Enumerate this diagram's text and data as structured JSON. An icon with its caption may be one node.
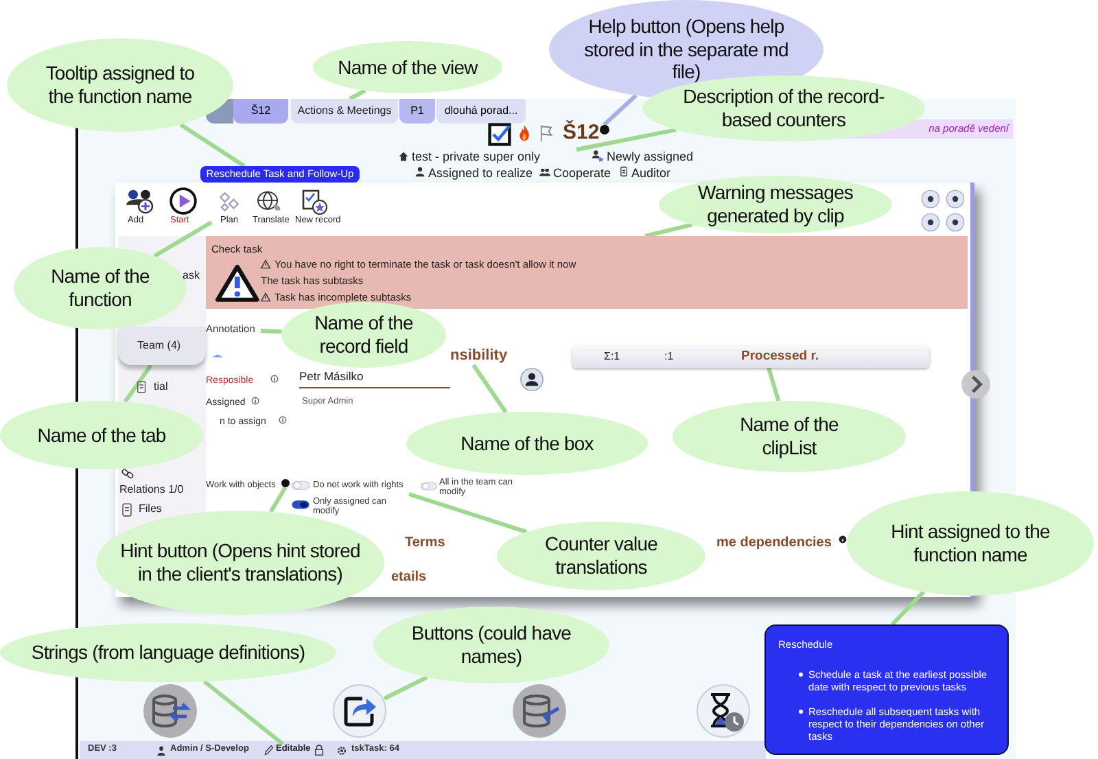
{
  "diagram": {
    "nodes": [
      {
        "text": [
          "Tooltip assigned to the function name"
        ]
      },
      {
        "text": [
          "Name of the view"
        ]
      },
      {
        "text": [
          "Help button (Opens help stored in the separate md file)"
        ]
      },
      {
        "text": [
          "Actions & Meetings"
        ]
      },
      {
        "text": [
          "Reschedule Task and Follow-Up"
        ]
      },
      {
        "text": [],
        "shape": "circle"
      },
      {
        "text": [
          "Description of the record-based counters"
        ]
      },
      {
        "text": [
          "test - private super only"
        ]
      },
      {
        "text": [
          "Plan"
        ]
      },
      {
        "text": [
          "Name of the function"
        ]
      },
      {
        "text": [
          "Warning messages generated by clip"
        ]
      },
      {
        "text": [
          "Check task",
          "You have no right to terminate the task or task doesn't allow it now",
          "The task has subtasks",
          "Task has incomplete subtasks"
        ]
      },
      {
        "text": [
          "Team (4)"
        ]
      },
      {
        "text": [
          "Annotation"
        ]
      },
      {
        "text": [
          "Name of the record field"
        ]
      },
      {
        "text": [
          "nsibility"
        ]
      },
      {
        "text": [
          "Processed r."
        ]
      },
      {
        "text": [
          "Name of the tab"
        ]
      },
      {
        "text": [
          "Name of the box"
        ]
      },
      {
        "text": [
          "Name of the clipList"
        ]
      },
      {
        "text": [],
        "shape": "circle"
      },
      {
        "text": [
          "Do not work with rights"
        ]
      },
      {
        "text": [
          "Hint button (Opens hint stored in the client's translations)"
        ]
      },
      {
        "text": [
          "Counter value translations"
        ]
      },
      {
        "text": [
          "Hint assigned to the function name"
        ]
      },
      {
        "text": [
          "Reschedule",
          "Schedule a task at the earliest possible date with respect to previous tasks",
          "Reschedule all subsequent tasks with respect to their dependencies on other tasks"
        ]
      },
      {
        "text": [
          "Buttons (could have names)"
        ]
      },
      {
        "text": [
          "Strings (from language definitions)"
        ]
      },
      {
        "text": [],
        "shape": "circle"
      },
      {
        "text": [],
        "shape": "circle"
      },
      {
        "text": [],
        "shape": "circle"
      },
      {
        "text": [],
        "shape": "circle"
      },
      {
        "text": [
          "Editable"
        ]
      }
    ],
    "edges": [
      {
        "from": 0,
        "to": 4,
        "arrow": "none"
      },
      {
        "from": 1,
        "to": 3,
        "arrow": "none"
      },
      {
        "from": 2,
        "to": 5,
        "arrow": "none"
      },
      {
        "from": 6,
        "to": 7,
        "arrow": "none"
      },
      {
        "from": 9,
        "to": 8,
        "arrow": "none"
      },
      {
        "from": 10,
        "to": 11,
        "arrow": "none"
      },
      {
        "from": 14,
        "to": 13,
        "arrow": "none"
      },
      {
        "from": 17,
        "to": 12,
        "arrow": "none"
      },
      {
        "from": 18,
        "to": 15,
        "arrow": "none"
      },
      {
        "from": 19,
        "to": 16,
        "arrow": "none"
      },
      {
        "from": 22,
        "to": 20,
        "arrow": "none"
      },
      {
        "from": 23,
        "to": 21,
        "arrow": "none"
      },
      {
        "from": 24,
        "to": 25,
        "arrow": "none"
      },
      {
        "from": 26,
        "to": 29,
        "arrow": "none"
      },
      {
        "from": 27,
        "to": 32,
        "arrow": "none"
      }
    ],
    "labels": [
      "Š12",
      "P1",
      "dlouhá porad...",
      "Š12",
      "Newly assigned",
      "Assigned to realize",
      "Cooperate",
      "Auditor",
      "na poradě vedení",
      "Add",
      "Start",
      "Translate",
      "New record",
      "ask",
      "tial",
      "Relations 1/0",
      "Files",
      "Resposible",
      "Petr Másilko",
      "Assigned",
      "Super Admin",
      "n to assign",
      "Σ:1",
      ":1",
      "Work with objects",
      "Only assigned can modify",
      "All in the team can modify",
      "Terms",
      "etails",
      "me dependencies",
      "DEV :3",
      "Admin / S-Develop",
      "tskTask: 64"
    ]
  }
}
